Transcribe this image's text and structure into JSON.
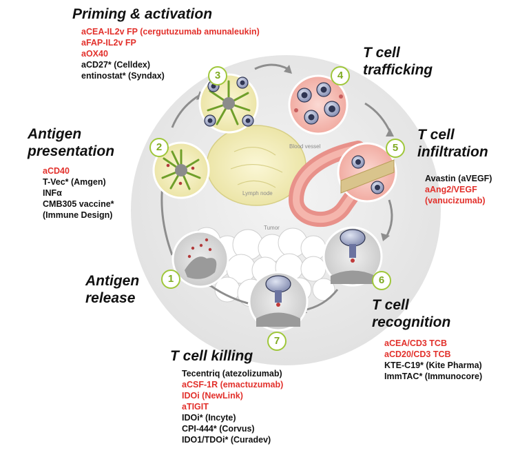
{
  "stages": [
    {
      "num": "1",
      "title": [
        "Antigen",
        "release"
      ],
      "agents": []
    },
    {
      "num": "2",
      "title": [
        "Antigen",
        "presentation"
      ],
      "agents": [
        {
          "text": "aCD40",
          "color": "red"
        },
        {
          "text": "T-Vec* (Amgen)",
          "color": "black"
        },
        {
          "text": "INFα",
          "color": "black"
        },
        {
          "text": "CMB305 vaccine*",
          "color": "black"
        },
        {
          "text": "(Immune Design)",
          "color": "black"
        }
      ]
    },
    {
      "num": "3",
      "title": [
        "Priming & activation"
      ],
      "agents": [
        {
          "text": "aCEA-IL2v FP (cergutuzumab amunaleukin)",
          "color": "red"
        },
        {
          "text": "aFAP-IL2v FP",
          "color": "red"
        },
        {
          "text": "aOX40",
          "color": "red"
        },
        {
          "text": "aCD27* (Celldex)",
          "color": "black"
        },
        {
          "text": "entinostat* (Syndax)",
          "color": "black"
        }
      ]
    },
    {
      "num": "4",
      "title": [
        "T cell",
        "trafficking"
      ],
      "agents": []
    },
    {
      "num": "5",
      "title": [
        "T cell",
        "infiltration"
      ],
      "agents": [
        {
          "text": "Avastin (aVEGF)",
          "color": "black"
        },
        {
          "text": "aAng2/VEGF",
          "color": "red"
        },
        {
          "text": "(vanucizumab)",
          "color": "red"
        }
      ]
    },
    {
      "num": "6",
      "title": [
        "T cell",
        "recognition"
      ],
      "agents": [
        {
          "text": "aCEA/CD3 TCB",
          "color": "red"
        },
        {
          "text": "aCD20/CD3 TCB",
          "color": "red"
        },
        {
          "text": "KTE-C19* (Kite Pharma)",
          "color": "black"
        },
        {
          "text": "ImmTAC* (Immunocore)",
          "color": "black"
        }
      ]
    },
    {
      "num": "7",
      "title": [
        "T cell killing"
      ],
      "agents": [
        {
          "text": "Tecentriq (atezolizumab)",
          "color": "black"
        },
        {
          "text": "aCSF-1R (emactuzumab)",
          "color": "red"
        },
        {
          "text": "IDOi (NewLink)",
          "color": "red"
        },
        {
          "text": "aTIGIT",
          "color": "red"
        },
        {
          "text": "IDOi* (Incyte)",
          "color": "black"
        },
        {
          "text": "CPI-444* (Corvus)",
          "color": "black"
        },
        {
          "text": "IDO1/TDOi* (Curadev)",
          "color": "black"
        }
      ]
    }
  ],
  "background_labels": {
    "lymph_node": "Lymph node",
    "blood_vessel": "Blood vessel",
    "tumor": "Tumor"
  },
  "colors": {
    "red_text": "#e2302b",
    "number_ring": "#9fc73a",
    "vessel": "#e8918a"
  }
}
